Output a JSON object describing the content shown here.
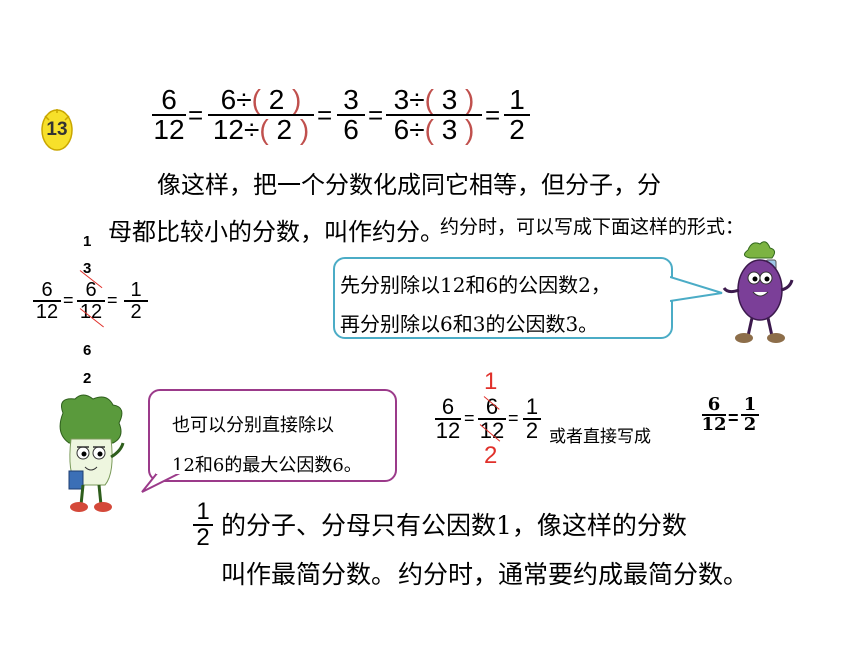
{
  "example_badge": "13",
  "equation_top": {
    "f1": {
      "num": "6",
      "den": "12"
    },
    "f2": {
      "num_prefix": "6÷",
      "num_value": "2",
      "den_prefix": "12÷",
      "den_value": "2"
    },
    "f3": {
      "num": "3",
      "den": "6"
    },
    "f4": {
      "num_prefix": "3÷",
      "num_value": "3",
      "den_prefix": "6÷",
      "den_value": "3"
    },
    "f5": {
      "num": "1",
      "den": "2"
    },
    "equals": "=",
    "paren_open": "(",
    "paren_close": ")"
  },
  "definition_line1": "像这样，把一个分数化成同它相等，但分子，分",
  "definition_line2": "母都比较小的分数，叫作约分。",
  "overlap_text": "约分时，可以写成下面这样的形式：",
  "stepwise": {
    "num": "6",
    "den": "12",
    "mid_num": "6",
    "mid_den": "12",
    "res_num": "1",
    "res_den": "2",
    "top_marks": [
      "1",
      "3"
    ],
    "bottom_marks": [
      "6",
      "2"
    ]
  },
  "eggplant_bubble": {
    "line1": "先分别除以12和6的公因数2，",
    "line2": "再分别除以6和3的公因数3。"
  },
  "cabbage_bubble": {
    "line1": "也可以分别直接除以",
    "line2": "12和6的最大公因数6。"
  },
  "direct": {
    "num": "6",
    "den": "12",
    "mid_num": "6",
    "mid_den": "12",
    "mark_top": "1",
    "mark_bottom": "2",
    "res_num": "1",
    "res_den": "2",
    "connector": "或者直接写成",
    "short_num": "6",
    "short_den": "12",
    "short_res_num": "1",
    "short_res_den": "2"
  },
  "simplest": {
    "frac_num": "1",
    "frac_den": "2",
    "line1": "的分子、分母只有公因数1，像这样的分数",
    "line2": "叫作最简分数。",
    "overlap": "约分时，通常要约成最简分数。"
  },
  "colors": {
    "bubble_fill": "#ffffff",
    "eggplant_border": "#4bacc6",
    "cabbage_border": "#9b3a8a",
    "cross_red": "#e0302a",
    "paren": "#c0504d",
    "badge": "#f7e02a"
  }
}
